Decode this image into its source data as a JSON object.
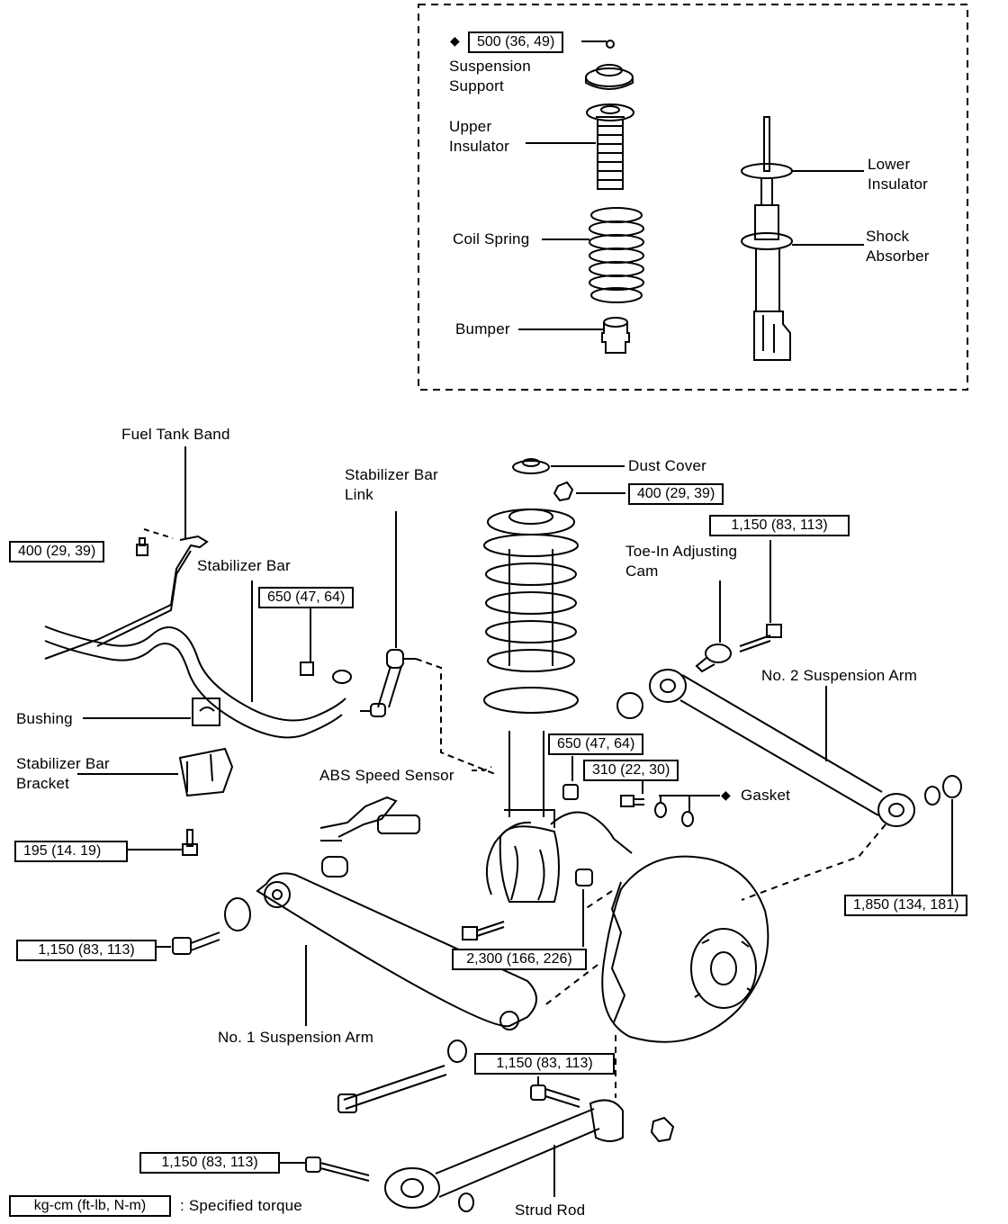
{
  "inset": {
    "torque_top": "500 (36, 49)",
    "labels": {
      "suspension_support": [
        "Suspension",
        "Support"
      ],
      "upper_insulator": [
        "Upper",
        "Insulator"
      ],
      "coil_spring": "Coil Spring",
      "bumper": "Bumper",
      "lower_insulator": [
        "Lower",
        "Insulator"
      ],
      "shock_absorber": [
        "Shock",
        "Absorber"
      ]
    }
  },
  "labels": {
    "fuel_tank_band": "Fuel Tank Band",
    "stabilizer_bar_link": [
      "Stabilizer Bar",
      "Link"
    ],
    "dust_cover": "Dust Cover",
    "stabilizer_bar": "Stabilizer Bar",
    "toe_in_cam": [
      "Toe-In Adjusting",
      "Cam"
    ],
    "no2_arm": "No. 2 Suspension Arm",
    "bushing": "Bushing",
    "bracket": [
      "Stabilizer Bar",
      "Bracket"
    ],
    "abs_sensor": "ABS Speed Sensor",
    "gasket": "Gasket",
    "no1_arm": "No. 1 Suspension Arm",
    "strud_rod": "Strud Rod",
    "specified_torque": ":  Specified torque"
  },
  "torques": {
    "fuel_band": "400 (29, 39)",
    "stab_link": "650 (47, 64)",
    "strut_top": "400 (29, 39)",
    "toe_cam": "1,150 (83, 113)",
    "strut_mid": "650 (47, 64)",
    "sensor": "310 (22, 30)",
    "bracket": "195 (14. 19)",
    "no2_end": "1,850 (134, 181)",
    "no1_bolt": "1,150 (83, 113)",
    "knuckle": "2,300 (166, 226)",
    "rod_front": "1,150 (83, 113)",
    "rod_rear": "1,150 (83, 113)"
  },
  "legend_unit": "kg-cm (ft-lb, N-m)",
  "symbols": {
    "diamond": "◆"
  }
}
